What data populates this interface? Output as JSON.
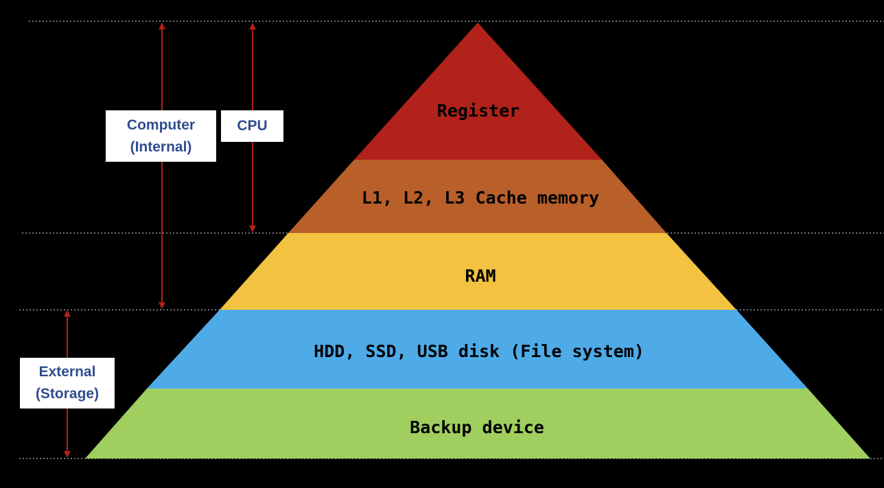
{
  "pyramid": {
    "layers": [
      {
        "label": "Register",
        "color": "#b0221a"
      },
      {
        "label": "L1, L2, L3 Cache memory",
        "color": "#b85f2a"
      },
      {
        "label": "RAM",
        "color": "#f2c240"
      },
      {
        "label": "HDD, SSD, USB disk (File system)",
        "color": "#4eabe8"
      },
      {
        "label": "Backup device",
        "color": "#a0cf60"
      }
    ]
  },
  "brackets": {
    "computer": {
      "line1": "Computer",
      "line2": "(Internal)"
    },
    "cpu": {
      "label": "CPU"
    },
    "external": {
      "line1": "External",
      "line2": "(Storage)"
    }
  },
  "colors": {
    "background": "#000000",
    "arrow": "#b0221a",
    "bracket_text": "#2f4d8f",
    "divider": "#9a9a9a"
  }
}
